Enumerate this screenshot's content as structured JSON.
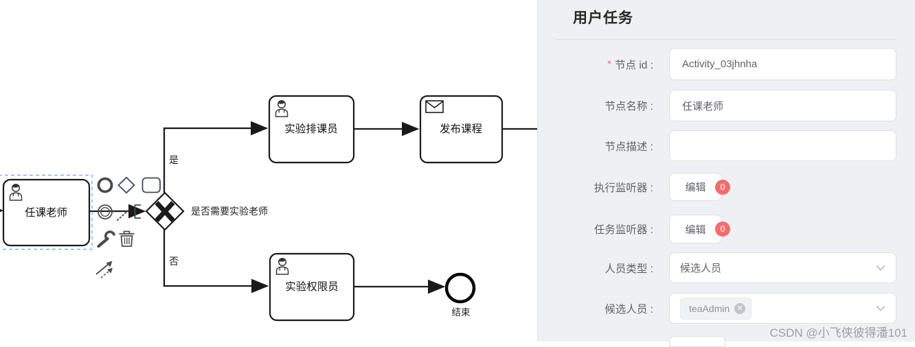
{
  "panel": {
    "title": "用户任务",
    "required_marker": "*",
    "fields": [
      {
        "label": "节点 id :",
        "required": true,
        "type": "input",
        "value": "Activity_03jhnha"
      },
      {
        "label": "节点名称 :",
        "required": false,
        "type": "input",
        "value": "任课老师"
      },
      {
        "label": "节点描述 :",
        "required": false,
        "type": "input",
        "value": ""
      },
      {
        "label": "执行监听器 :",
        "type": "button",
        "button_label": "编辑",
        "badge": "0"
      },
      {
        "label": "任务监听器 :",
        "type": "button",
        "button_label": "编辑",
        "badge": "0"
      },
      {
        "label": "人员类型 :",
        "type": "select",
        "value": "候选人员"
      },
      {
        "label": "候选人员 :",
        "type": "multiselect",
        "tag": "teaAdmin",
        "tag_close": "✕"
      }
    ],
    "colors": {
      "badge": "#f56c6c",
      "required": "#f56c6c",
      "panel_bg": "#eef0f4",
      "input_border": "#dcdfe6"
    }
  },
  "diagram": {
    "tasks": [
      {
        "name": "任课老师"
      },
      {
        "name": "实验排课员"
      },
      {
        "name": "发布课程"
      },
      {
        "name": "实验权限员"
      }
    ],
    "gateway": {
      "label": "是否需要实验老师",
      "yes_label": "是",
      "no_label": "否"
    },
    "end_event": {
      "label": "结束"
    },
    "colors": {
      "stroke": "#1a1a1a",
      "selection": "#7fb0f5"
    }
  },
  "watermark": "CSDN @小飞侠彼得潘101"
}
